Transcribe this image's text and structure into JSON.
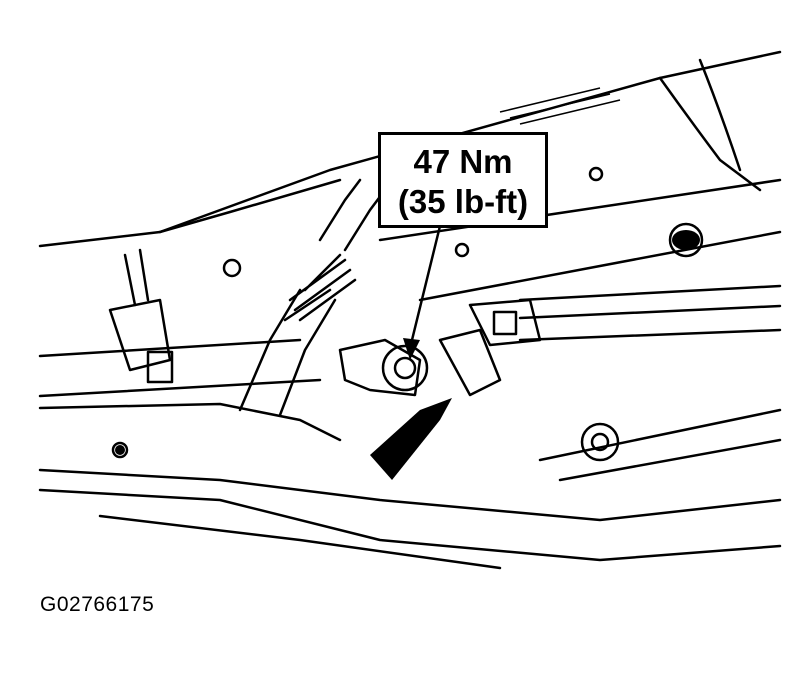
{
  "callout": {
    "torque_metric": "47 Nm",
    "torque_imperial": "(35 lb-ft)"
  },
  "figure_id": "G02766175",
  "colors": {
    "ink": "#000000",
    "paper": "#ffffff"
  }
}
